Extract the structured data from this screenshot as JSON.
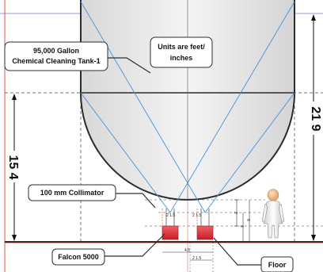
{
  "callouts": {
    "tank_line1": "95,000 Gallon",
    "tank_line2": "Chemical Cleaning Tank-1",
    "units_line1": "Units are feet/",
    "units_line2": "inches",
    "collimator": "100 mm Collimator",
    "detector": "Falcon 5000",
    "floor": "Floor"
  },
  "dimensions": {
    "tank_total_height": "21 9",
    "bottom_height": "15 4",
    "collimator_spacing_left": "2 1.5",
    "collimator_spacing_right": "2 1.5",
    "detector_spacing": "4.5",
    "detector_bottom_spacing": "2 1.5",
    "vertical_a": "2",
    "vertical_b": "4",
    "vertical_c": "6"
  },
  "colors": {
    "tank_fill": "#ececec",
    "outline": "#2b2b2b",
    "sightline": "#4a90d9",
    "detector": "#e0303a",
    "red_frame": "#e05050",
    "person": "#f2c79a"
  }
}
